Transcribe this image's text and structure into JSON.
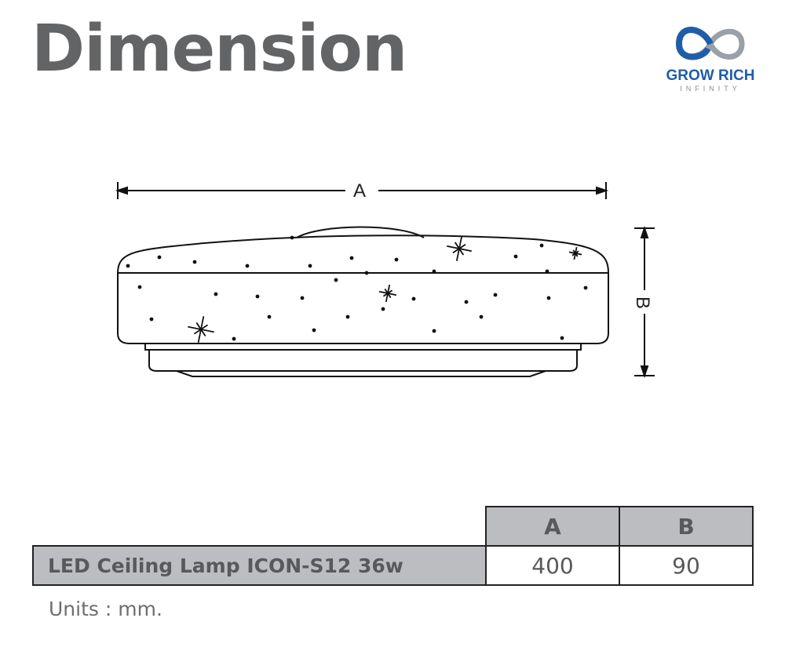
{
  "title": "Dimension",
  "logo": {
    "name": "GROW RICH",
    "tagline": "INFINITY"
  },
  "diagram": {
    "label_a": "A",
    "label_b": "B"
  },
  "table": {
    "headers": [
      "A",
      "B"
    ],
    "rows": [
      {
        "product": "LED Ceiling Lamp ICON-S12 36w",
        "a": "400",
        "b": "90"
      }
    ]
  },
  "units": "Units : mm.",
  "colors": {
    "header_bg": "#bcbdc0",
    "text": "#58595b",
    "logo_blue": "#1f5da8"
  }
}
